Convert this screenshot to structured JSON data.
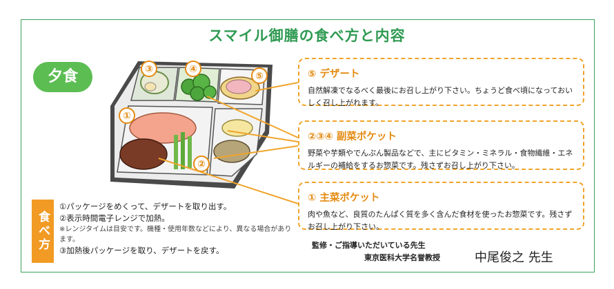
{
  "title": "スマイル御膳の食べ方と内容",
  "meal_badge": "夕食",
  "tray_numbers": [
    "①",
    "②",
    "③",
    "④",
    "⑤"
  ],
  "sections": [
    {
      "heading": "⑤ デザート",
      "body": "自然解凍でなるべく最後にお召し上がり下さい。ちょうど食べ頃になっておいしく召し上がれます。"
    },
    {
      "heading": "②③④ 副菜ポケット",
      "body": "野菜や芋類やでんぷん製品などで、主にビタミン・ミネラル・食物繊維・エネルギーの補給をするお惣菜です。残さずお召し上がり下さい。"
    },
    {
      "heading": "① 主菜ポケット",
      "body": "肉や魚など、良質のたんぱく質を多く含んだ食材を使ったお惣菜です。残さずお召し上がり下さい。"
    }
  ],
  "how_to": {
    "label": "食べ方",
    "step1": "①パッケージをめくって、デザートを取り出す。",
    "step2": "②表示時間電子レンジで加熱。",
    "note": "※レンジタイムは目安です。機種・使用年数などにより、異なる場合があります。",
    "step3": "③加熱後パッケージを取り、デザートを戻す。"
  },
  "supervisor": {
    "label": "監修・ご指導いただいている先生",
    "affiliation": "東京医科大学名誉教授",
    "name": "中尾俊之 先生"
  },
  "colors": {
    "title_green": "#2f9a52",
    "badge_green": "#5cbd53",
    "accent_orange": "#f0a42a"
  }
}
